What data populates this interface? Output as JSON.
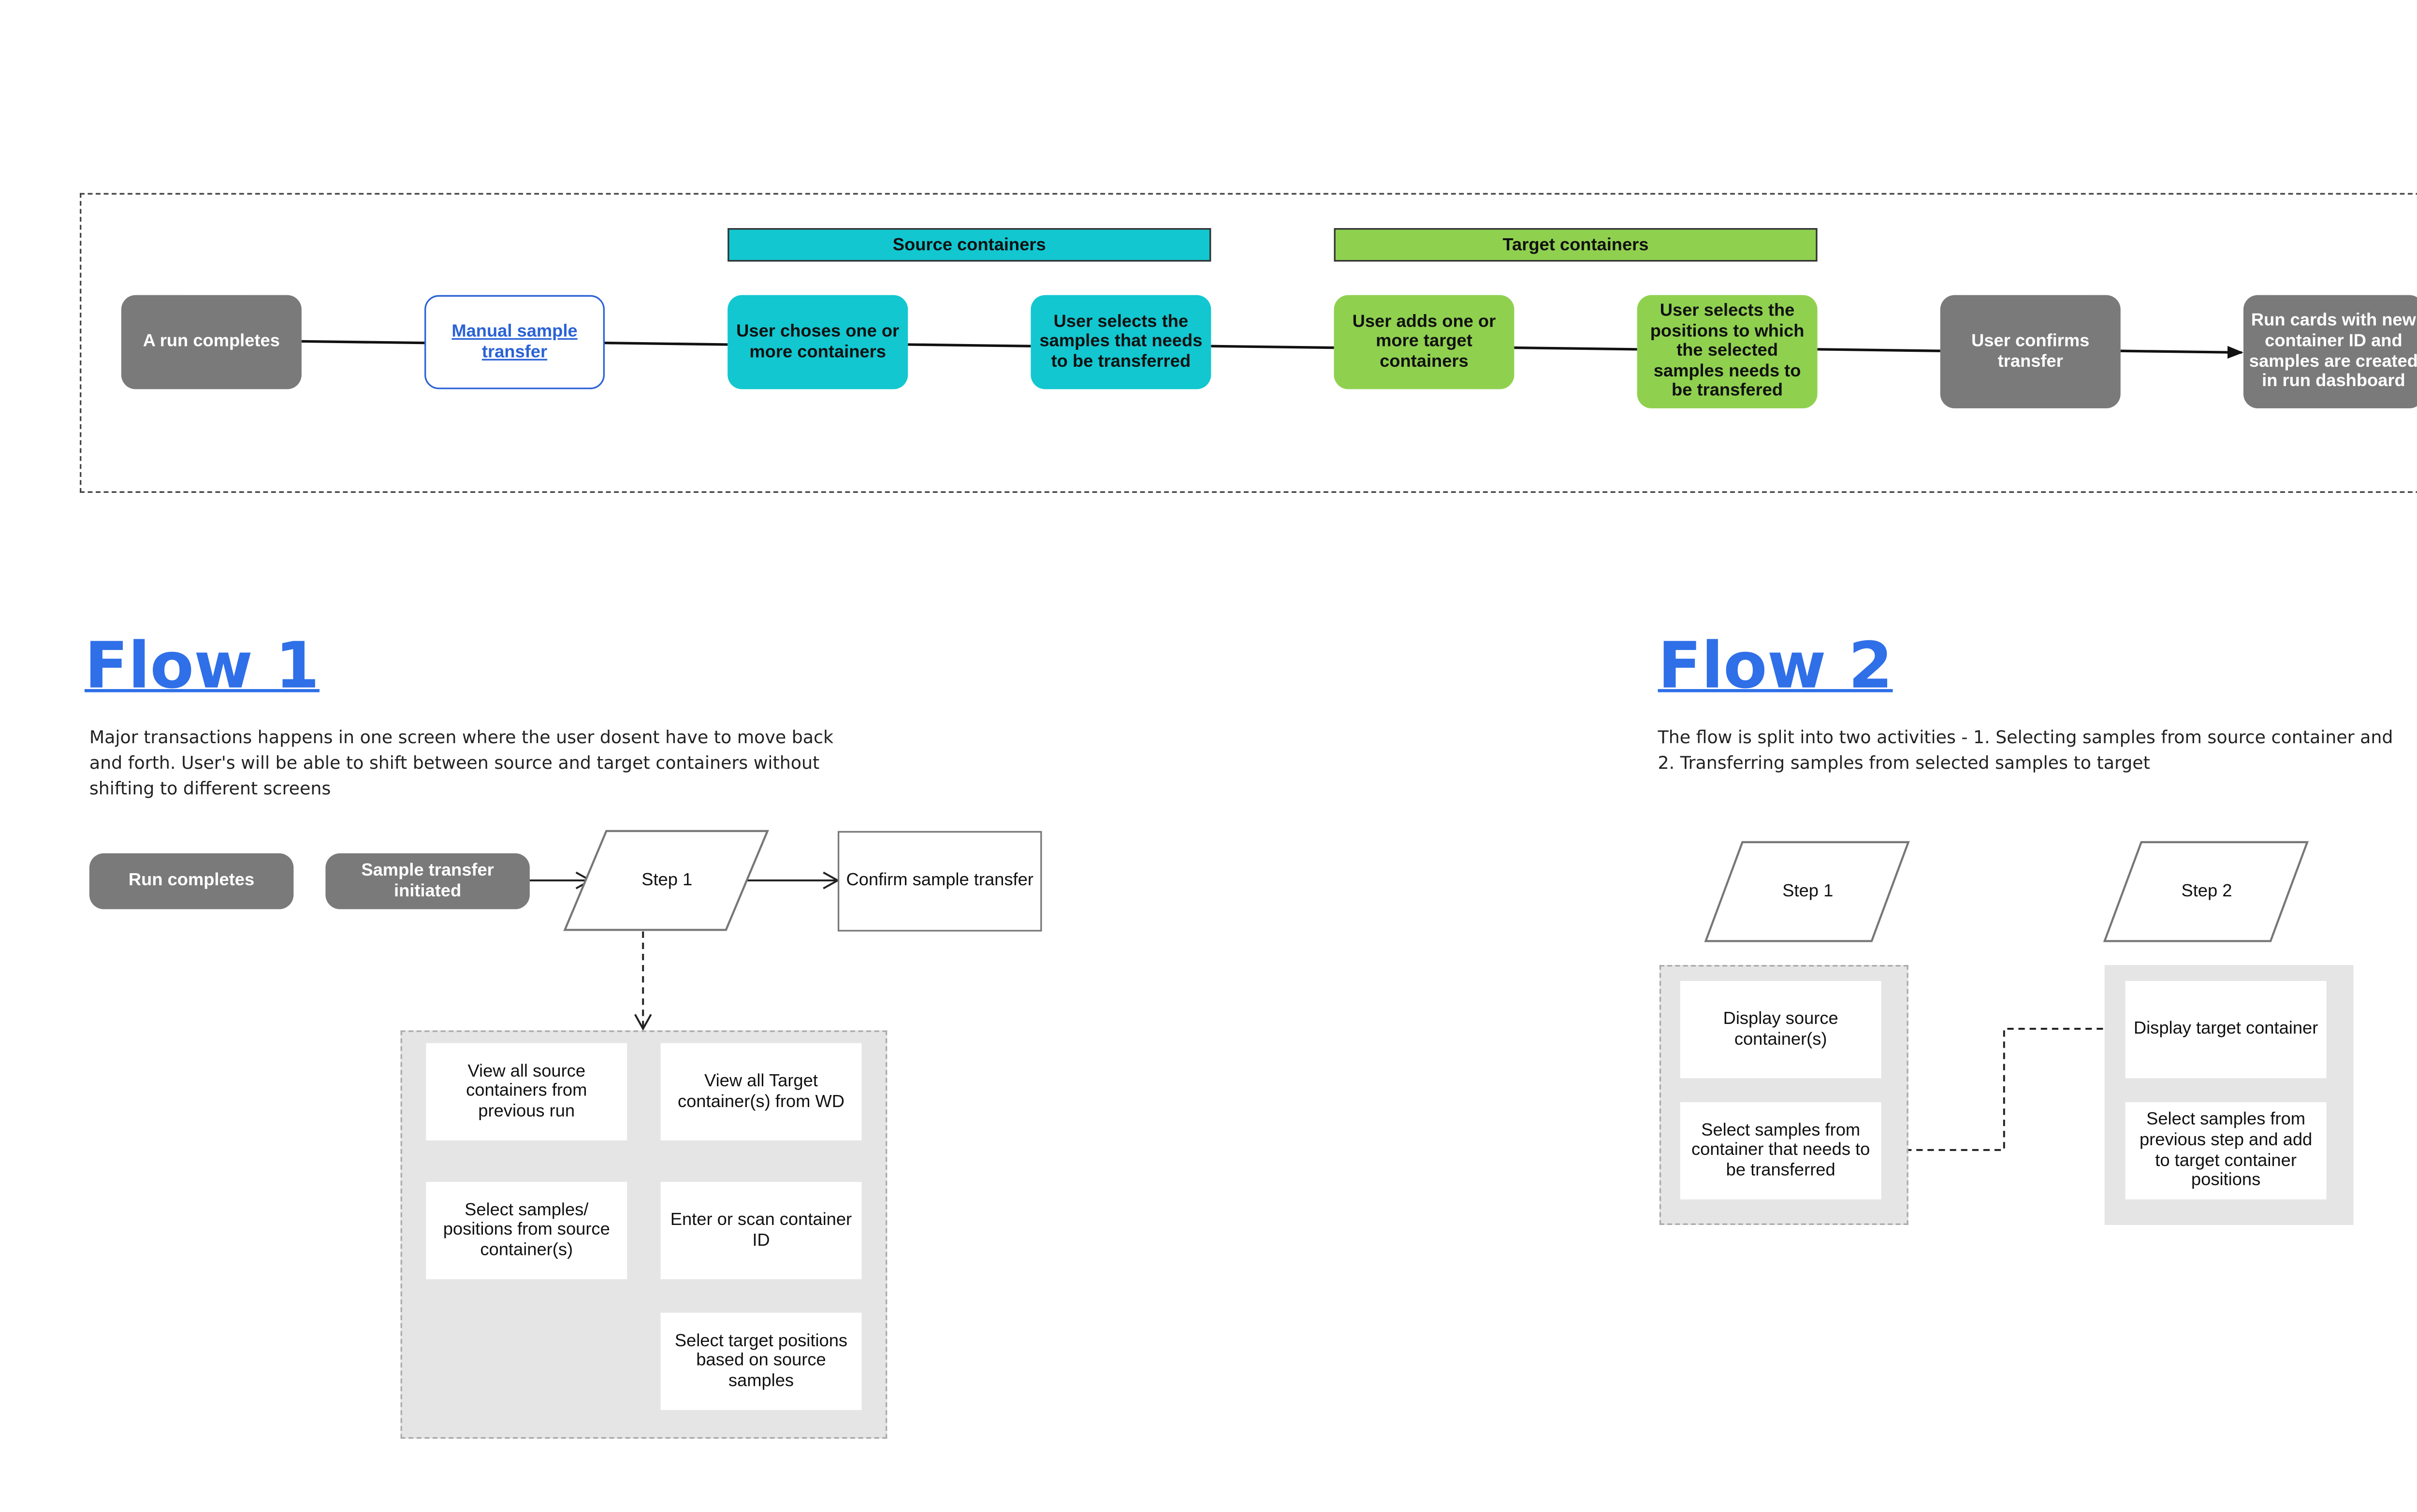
{
  "top_flow": {
    "source_band": "Source containers",
    "target_band": "Target containers",
    "nodes": {
      "run_completes": "A run completes",
      "manual_transfer": "Manual sample transfer",
      "user_choses": "User choses one or more containers",
      "user_selects_samples": "User selects the samples that needs to be transferred",
      "user_adds_target": "User adds one or more target containers",
      "user_selects_positions": "User selects the positions to which the selected samples needs to be transfered",
      "user_confirms": "User confirms transfer",
      "run_cards": "Run cards with new container ID and samples are created in run dashboard"
    }
  },
  "flow1": {
    "title": "Flow 1",
    "description": "Major transactions happens in one screen where the user dosent have to move back and forth. User's will be able to shift between source and target containers without shifting to different screens",
    "run_completes": "Run completes",
    "sample_transfer": "Sample transfer initiated",
    "step1": "Step 1",
    "confirm": "Confirm sample transfer",
    "cards": {
      "view_source": "View all source containers from previous run",
      "view_target": "View all Target container(s) from WD",
      "select_samples": "Select samples/ positions from source container(s)",
      "enter_scan": "Enter or scan container ID",
      "select_target_positions": "Select target positions based on source samples"
    }
  },
  "flow2": {
    "title": "Flow 2",
    "description": "The flow is split into two activities - 1. Selecting samples from source container and 2. Transferring samples from selected samples to target",
    "step1": "Step 1",
    "step2": "Step 2",
    "cards": {
      "display_source": "Display source container(s)",
      "select_samples": "Select samples from container that needs to be transferred",
      "display_target": "Display target container",
      "select_add": "Select samples from previous step and add to target container positions"
    }
  },
  "colors": {
    "gray_node": "#7a7a7a",
    "cyan_node": "#12c7d0",
    "green_node": "#8fd14f",
    "link_blue": "#2a62d6",
    "flow_title": "#2f6fe8",
    "panel_gray": "#e5e5e5"
  }
}
